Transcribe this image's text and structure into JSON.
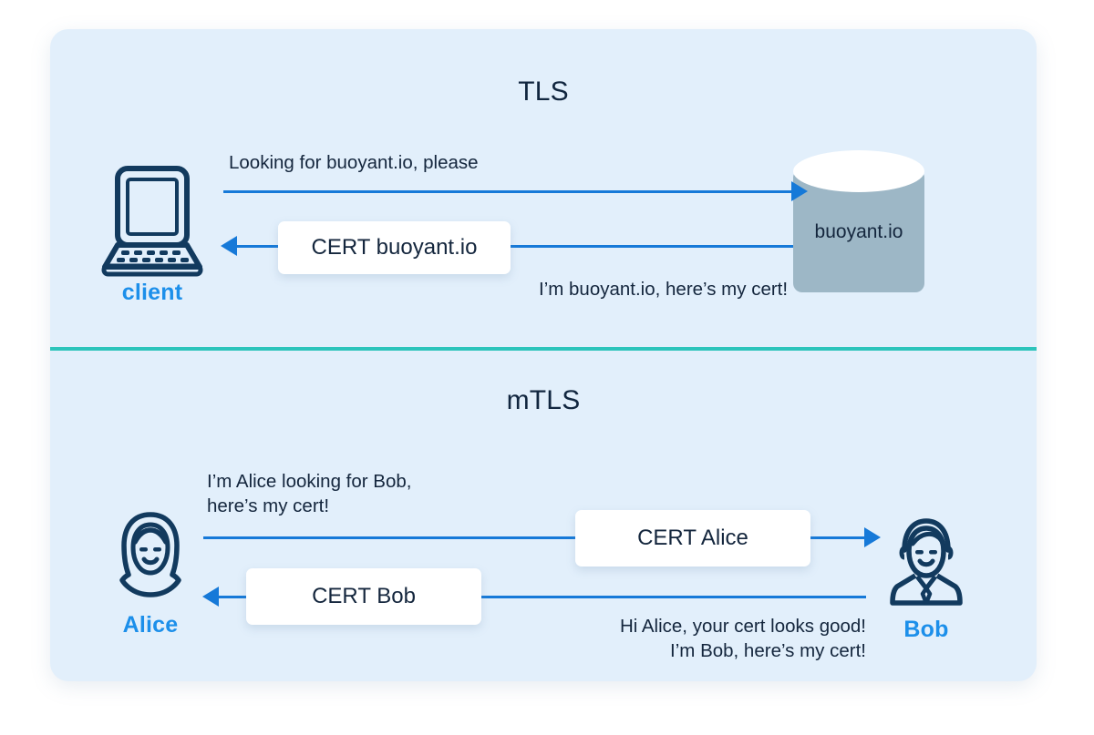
{
  "diagram": {
    "title_tls": "TLS",
    "title_mtls": "mTLS",
    "colors": {
      "panel_background": "#E2EFFB",
      "divider_teal": "#2CC4BB",
      "arrow_blue": "#1679D8",
      "actor_label_blue": "#1C8FEA",
      "text_navy": "#14263D",
      "icon_navy": "#123A5E",
      "database_body": "#9DB7C6",
      "card_white": "#FFFFFF",
      "page_background": "#FFFFFF"
    }
  },
  "tls": {
    "title": "TLS",
    "client": {
      "label": "client",
      "icon": "laptop-icon"
    },
    "server": {
      "label": "buoyant.io",
      "icon": "database-cylinder-icon"
    },
    "request": {
      "text": "Looking for buoyant.io, please",
      "direction": "client-to-server"
    },
    "response": {
      "text": "I’m buoyant.io, here’s my cert!",
      "direction": "server-to-client"
    },
    "cert_card": {
      "label": "CERT buoyant.io"
    }
  },
  "mtls": {
    "title": "mTLS",
    "alice": {
      "label": "Alice",
      "icon": "person-female-avatar-icon"
    },
    "bob": {
      "label": "Bob",
      "icon": "person-male-avatar-icon"
    },
    "request": {
      "text": "I’m Alice looking for Bob,\nhere’s my cert!",
      "direction": "alice-to-bob"
    },
    "response": {
      "text": "Hi Alice, your cert looks good!\nI’m Bob, here’s my cert!",
      "direction": "bob-to-alice"
    },
    "cert_card_alice": {
      "label": "CERT Alice"
    },
    "cert_card_bob": {
      "label": "CERT Bob"
    }
  }
}
